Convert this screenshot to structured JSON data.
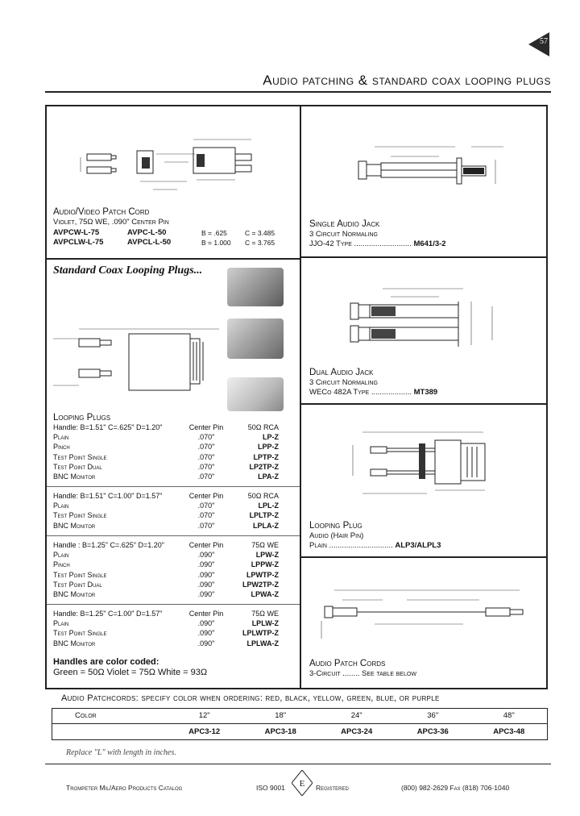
{
  "page_number": "57",
  "title": "Audio patching & standard coax looping plugs",
  "patch_cord": {
    "heading": "Audio/Video Patch Cord",
    "sub": "Violet, 75Ω WE, .090\" Center Pin",
    "rows": [
      {
        "p1": "AVPCW-L-75",
        "p2": "AVPC-L-50",
        "b": "B = .625",
        "c": "C = 3.485"
      },
      {
        "p1": "AVPCLW-L-75",
        "p2": "AVPCL-L-50",
        "b": "B = 1.000",
        "c": "C = 3.765"
      }
    ]
  },
  "single_jack": {
    "heading": "Single Audio Jack",
    "sub": "3 Circuit Normaling",
    "type_label": "JJO-42 Type ...........................",
    "part": "M641/3-2"
  },
  "dual_jack": {
    "heading": "Dual Audio Jack",
    "sub": "3 Circuit Normaling",
    "type_label": "WECo 482A Type ...................",
    "part": "MT389"
  },
  "looping_plug": {
    "heading": "Looping Plug",
    "sub": "Audio (Hair Pin)",
    "plain_label": "Plain ..............................",
    "part": "ALP3/ALPL3"
  },
  "audio_patch_cords": {
    "heading": "Audio Patch Cords",
    "sub": "3-Circuit ........ See table below"
  },
  "coax_heading": "Standard Coax Looping Plugs...",
  "looping_plugs_heading": "Looping Plugs",
  "groups": [
    {
      "header": {
        "a": "Handle: B=1.51\" C=.625\" D=1.20\"",
        "b": "Center Pin",
        "c": "50Ω RCA"
      },
      "rows": [
        {
          "a": "Plain",
          "b": ".070\"",
          "c": "LP-Z"
        },
        {
          "a": "Pinch",
          "b": ".070\"",
          "c": "LPP-Z"
        },
        {
          "a": "Test Point Single",
          "b": ".070\"",
          "c": "LPTP-Z"
        },
        {
          "a": "Test Point Dual",
          "b": ".070\"",
          "c": "LP2TP-Z"
        },
        {
          "a": "BNC Monitor",
          "b": ".070\"",
          "c": "LPA-Z"
        }
      ]
    },
    {
      "header": {
        "a": "Handle: B=1.51\" C=1.00\" D=1.57\"",
        "b": "Center Pin",
        "c": "50Ω RCA"
      },
      "rows": [
        {
          "a": "Plain",
          "b": ".070\"",
          "c": "LPL-Z"
        },
        {
          "a": "Test Point Single",
          "b": ".070\"",
          "c": "LPLTP-Z"
        },
        {
          "a": "BNC Monitor",
          "b": ".070\"",
          "c": "LPLA-Z"
        }
      ]
    },
    {
      "header": {
        "a": "Handle : B=1.25\" C=.625\" D=1.20\"",
        "b": "Center Pin",
        "c": "75Ω WE"
      },
      "rows": [
        {
          "a": "Plain",
          "b": ".090\"",
          "c": "LPW-Z"
        },
        {
          "a": "Pinch",
          "b": ".090\"",
          "c": "LPPW-Z"
        },
        {
          "a": "Test Point Single",
          "b": ".090\"",
          "c": "LPWTP-Z"
        },
        {
          "a": "Test Point Dual",
          "b": ".090\"",
          "c": "LPW2TP-Z"
        },
        {
          "a": "BNC Monitor",
          "b": ".090\"",
          "c": "LPWA-Z"
        }
      ]
    },
    {
      "header": {
        "a": "Handle: B=1.25\" C=1.00\" D=1.57\"",
        "b": "Center Pin",
        "c": "75Ω WE"
      },
      "rows": [
        {
          "a": "Plain",
          "b": ".090\"",
          "c": "LPLW-Z"
        },
        {
          "a": "Test Point Single",
          "b": ".090\"",
          "c": "LPLWTP-Z"
        },
        {
          "a": "BNC Monitor",
          "b": ".090\"",
          "c": "LPLWA-Z"
        }
      ]
    }
  ],
  "color_note": {
    "line1": "Handles are color coded:",
    "line2": "Green = 50Ω   Violet = 75Ω   White = 93Ω"
  },
  "patchcords_table": {
    "title": "Audio Patchcords: specify color when ordering: red, black, yellow, green, blue, or purple",
    "label": "Color",
    "lengths": [
      "12\"",
      "18\"",
      "24\"",
      "36\"",
      "48\""
    ],
    "parts": [
      "APC3-12",
      "APC3-18",
      "APC3-24",
      "APC3-36",
      "APC3-48"
    ]
  },
  "note": "Replace \"L\" with length in inches.",
  "footer": {
    "left": "Trompeter Mil/Aero Products Catalog",
    "iso": "ISO 9001",
    "registered": "Registered",
    "phone": "(800) 982-2629   Fax (818) 706-1040"
  }
}
